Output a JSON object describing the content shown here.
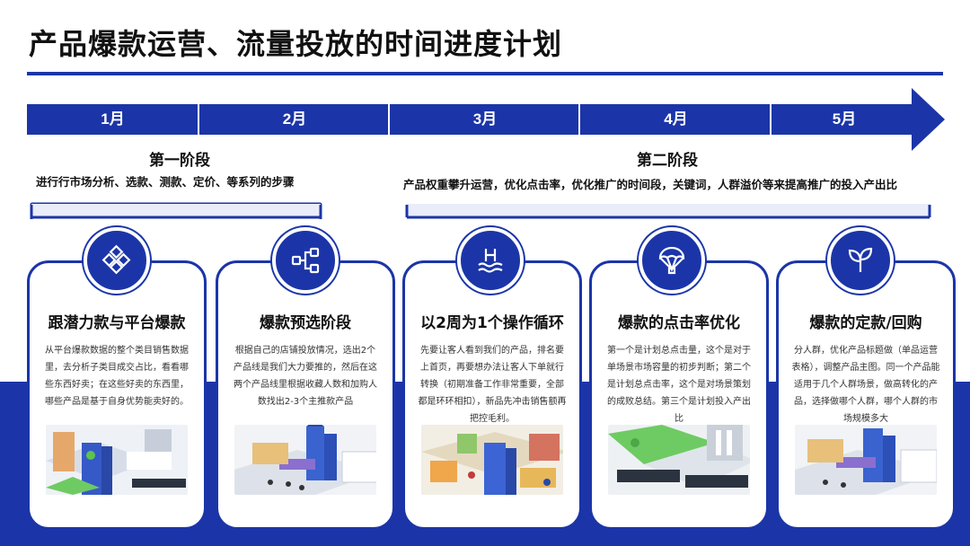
{
  "title": "产品爆款运营、流量投放的时间进度计划",
  "timeline": {
    "months": [
      "1月",
      "2月",
      "3月",
      "4月",
      "5月"
    ]
  },
  "phases": [
    {
      "title": "第一阶段",
      "desc": "进行行市场分析、选款、测款、定价、等系列的步骤"
    },
    {
      "title": "第二阶段",
      "desc": "产品权重攀升运营，优化点击率，优化推广的时间段，关键词，人群溢价等来提高推广的投入产出比"
    }
  ],
  "cards": [
    {
      "icon": "network-icon",
      "title": "跟潜力款与平台爆款",
      "body": "从平台爆款数据的整个类目销售数据里，去分析子类目成交占比，看看哪些东西好卖；在这些好卖的东西里，哪些产品是基于自身优势能卖好的。"
    },
    {
      "icon": "hierarchy-icon",
      "title": "爆款预选阶段",
      "body": "根据自己的店铺投放情况，选出2个产品线是我们大力要推的，然后在这两个产品线里根据收藏人数和加购人数找出2-3个主推款产品"
    },
    {
      "icon": "pool-icon",
      "title": "以2周为1个操作循环",
      "body": "先要让客人看到我们的产品，排名要上首页，再要想办法让客人下单就行转换（初期准备工作非常重要，全部都是环环相扣），新品先冲击销售额再把控毛利。"
    },
    {
      "icon": "parachute-icon",
      "title": "爆款的点击率优化",
      "body": "第一个是计划总点击量，这个是对于单场景市场容量的初步判断；第二个是计划总点击率，这个是对场景策划的成败总结。第三个是计划投入产出比"
    },
    {
      "icon": "sprout-icon",
      "title": "爆款的定款/回购",
      "body": "分人群，优化产品标题做（单品运营表格），调整产品主图。同一个产品能适用于几个人群场景，做高转化的产品，选择做哪个人群，哪个人群的市场规模多大"
    }
  ],
  "colors": {
    "primary": "#1b35a8",
    "accent": "#1e3fbf"
  }
}
